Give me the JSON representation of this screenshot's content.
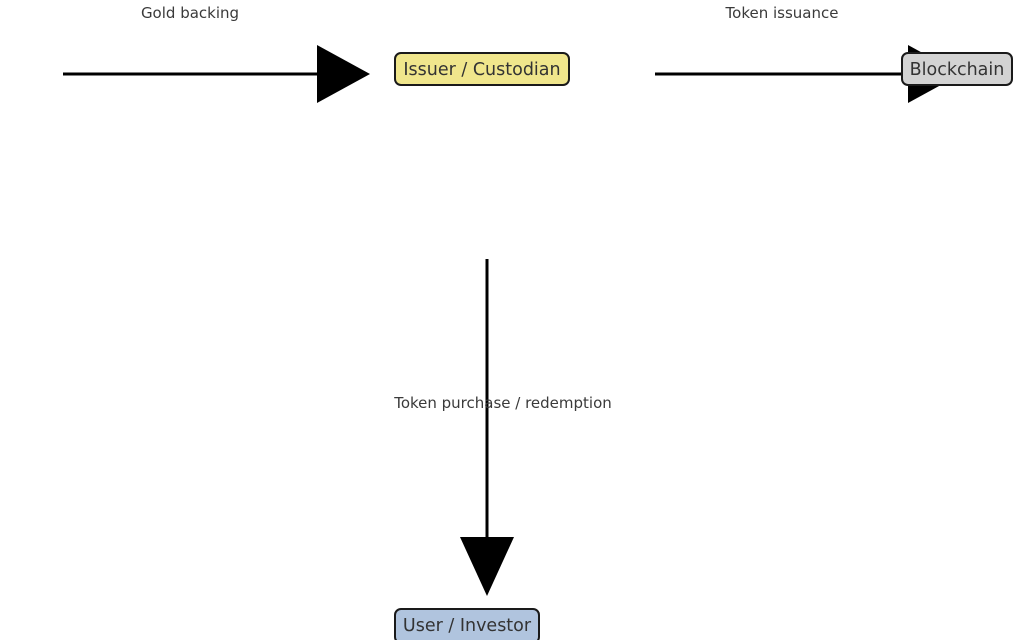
{
  "diagram": {
    "nodes": [
      {
        "id": "issuer",
        "label": "Issuer / Custodian",
        "fill": "#f0e68c"
      },
      {
        "id": "blockchain",
        "label": "Blockchain",
        "fill": "#d3d3d3"
      },
      {
        "id": "user",
        "label": "User / Investor",
        "fill": "#b0c4de"
      }
    ],
    "edges": [
      {
        "id": "gold",
        "from": "",
        "to": "issuer",
        "label": "Gold backing"
      },
      {
        "id": "issuance",
        "from": "issuer",
        "to": "blockchain",
        "label": "Token issuance"
      },
      {
        "id": "purchase",
        "from": "issuer",
        "to": "user",
        "label": "Token purchase / redemption"
      }
    ],
    "colors": {
      "edge": "#000000",
      "node_border": "#1a1a1a",
      "text": "#333333"
    }
  }
}
